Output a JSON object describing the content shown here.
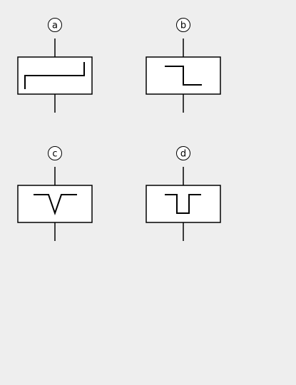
{
  "diagram": {
    "background": "#eeeeee",
    "stroke_color": "#000000",
    "box_fill": "#ffffff",
    "symbols": [
      {
        "id": "a",
        "label": "a",
        "waveform": "step-bracket"
      },
      {
        "id": "b",
        "label": "b",
        "waveform": "step-down"
      },
      {
        "id": "c",
        "label": "c",
        "waveform": "v-notch"
      },
      {
        "id": "d",
        "label": "d",
        "waveform": "square-notch"
      }
    ]
  }
}
